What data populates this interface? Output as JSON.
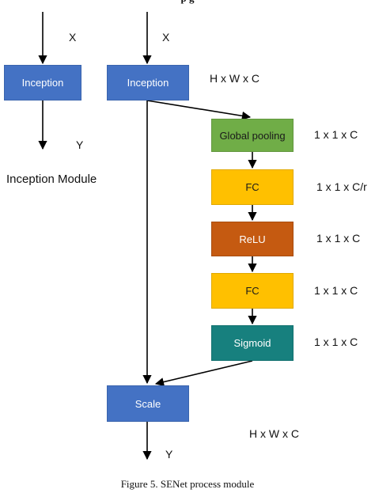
{
  "header_fragment": "p                           g",
  "left_branch": {
    "input_label": "X",
    "block_label": "Inception",
    "output_label": "Y",
    "module_label": "Inception Module"
  },
  "right_branch": {
    "input_label": "X",
    "inception_label": "Inception",
    "inception_dims": "H x W x C",
    "blocks": [
      {
        "label": "Global pooling",
        "dims": "1 x 1 x C",
        "color": "#70AD47"
      },
      {
        "label": "FC",
        "dims": "1 x 1 x C/r",
        "color": "#FFC000"
      },
      {
        "label": "ReLU",
        "dims": "1 x 1 x C",
        "color": "#C55A11"
      },
      {
        "label": "FC",
        "dims": "1 x 1 x C",
        "color": "#FFC000"
      },
      {
        "label": "Sigmoid",
        "dims": "1 x 1 x C",
        "color": "#17807E"
      }
    ],
    "scale_label": "Scale",
    "scale_dims": "H x W x C",
    "output_label": "Y"
  },
  "caption": "Figure 5. SENet process module",
  "colors": {
    "blue": "#4472C4",
    "arrow": "#000000"
  }
}
